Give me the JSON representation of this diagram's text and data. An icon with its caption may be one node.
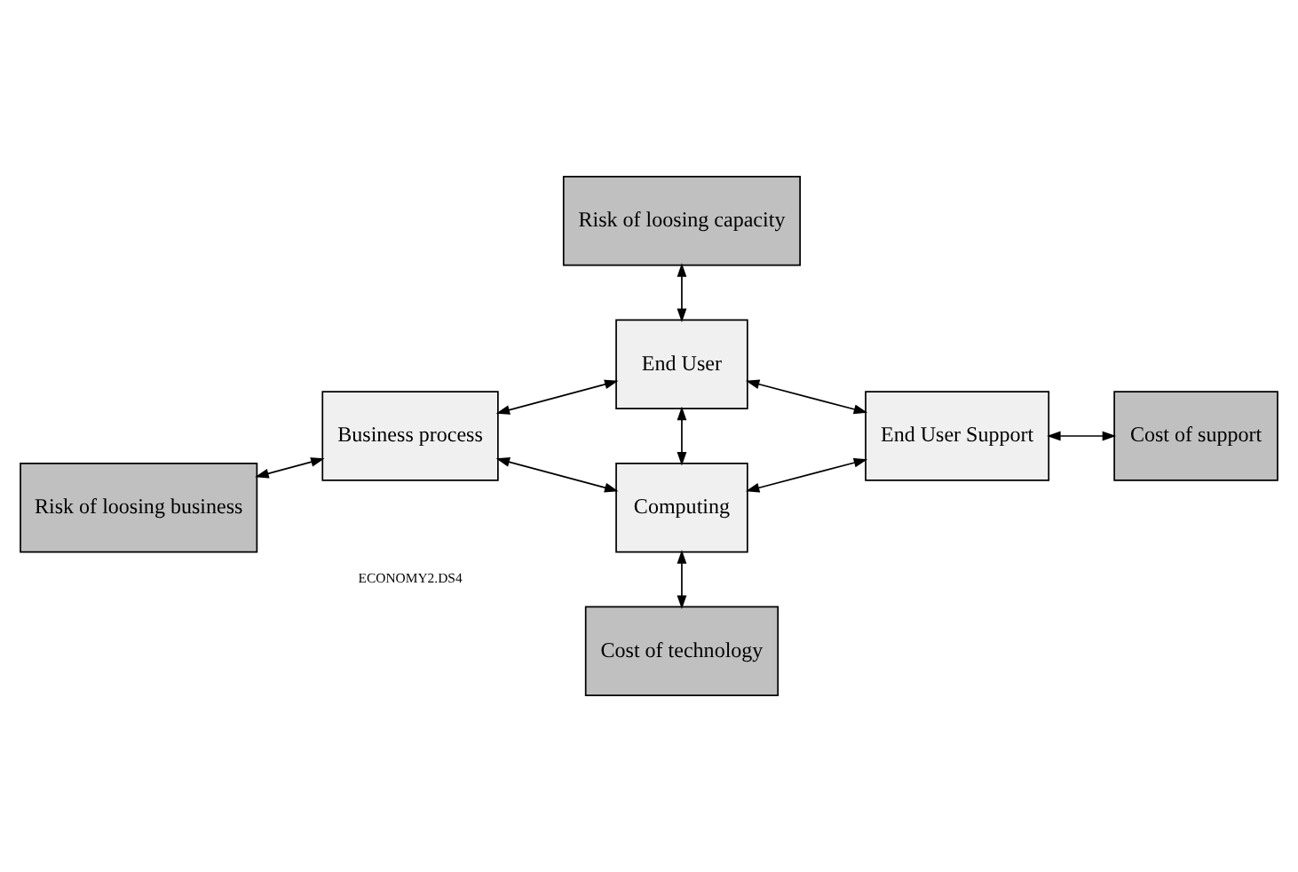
{
  "diagram": {
    "nodes": [
      {
        "text": [
          "Risk of loosing capacity"
        ]
      },
      {
        "text": [
          "End User"
        ]
      },
      {
        "text": [
          "Risk of loosing business"
        ]
      },
      {
        "text": [
          "Business process"
        ]
      },
      {
        "text": [
          "End User Support"
        ]
      },
      {
        "text": [
          "Cost of support"
        ]
      },
      {
        "text": [
          "Computing"
        ]
      },
      {
        "text": [
          "Cost of technology"
        ]
      }
    ],
    "edges": [
      {
        "from": 0,
        "to": 1,
        "arrow": "both"
      },
      {
        "from": 2,
        "to": 3,
        "arrow": "both"
      },
      {
        "from": 3,
        "to": 1,
        "arrow": "both"
      },
      {
        "from": 1,
        "to": 4,
        "arrow": "both"
      },
      {
        "from": 1,
        "to": 6,
        "arrow": "both"
      },
      {
        "from": 3,
        "to": 6,
        "arrow": "both"
      },
      {
        "from": 6,
        "to": 4,
        "arrow": "both"
      },
      {
        "from": 4,
        "to": 5,
        "arrow": "both"
      },
      {
        "from": 6,
        "to": 7,
        "arrow": "both"
      }
    ],
    "labels": [
      "ECONOMY2.DS4"
    ]
  }
}
